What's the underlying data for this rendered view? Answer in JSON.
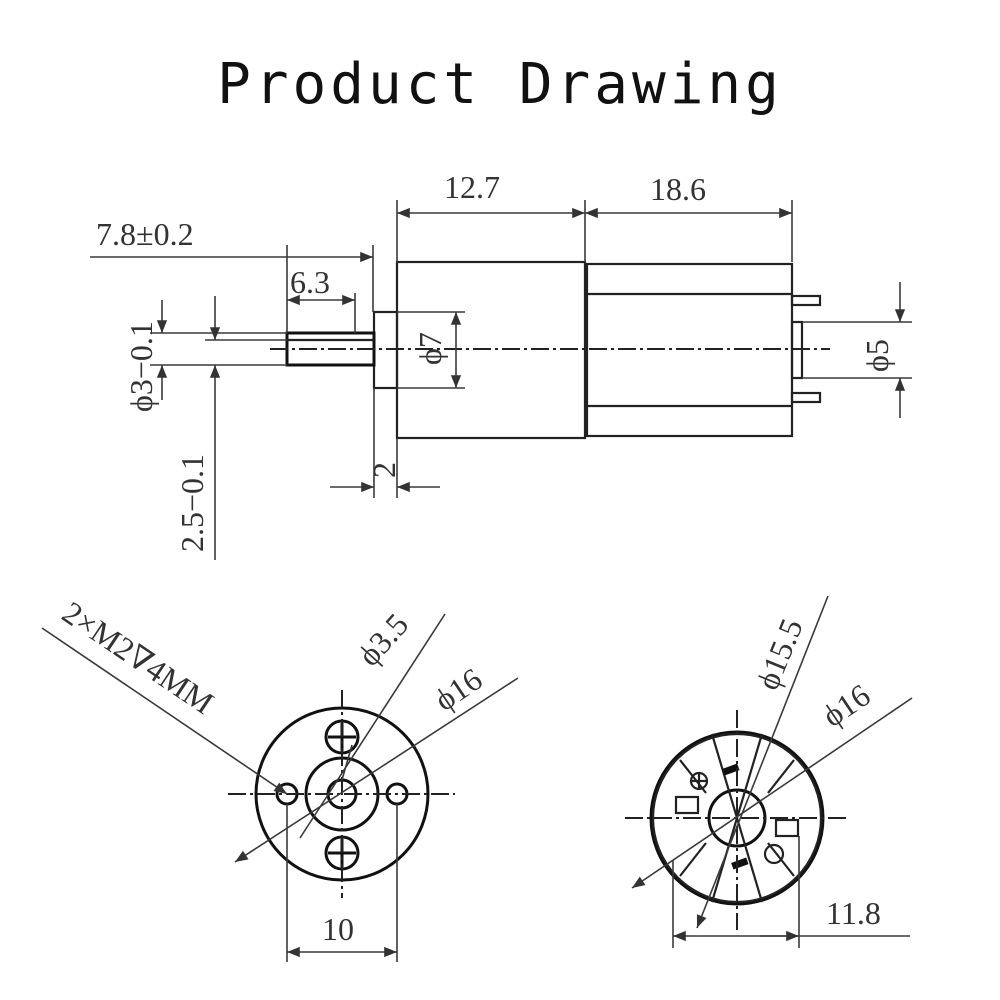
{
  "title": "Product Drawing",
  "side_view": {
    "dims": {
      "gearbox_length": "12.7",
      "motor_length": "18.6",
      "shaft_total": "7.8±0.2",
      "shaft_flat": "6.3",
      "shaft_dia": "ϕ3−0.1",
      "flat_width": "2.5−0.1",
      "boss_dia": "ϕ7",
      "boss_length": "2",
      "rear_boss_dia": "ϕ5"
    }
  },
  "front_view": {
    "dims": {
      "thread": "2×M2∇4MM",
      "center_hole": "ϕ3.5",
      "outer_dia": "ϕ16",
      "hole_spacing": "10"
    }
  },
  "rear_view": {
    "dims": {
      "inner_dia": "ϕ15.5",
      "outer_dia": "ϕ16",
      "terminal_span": "11.8"
    }
  }
}
